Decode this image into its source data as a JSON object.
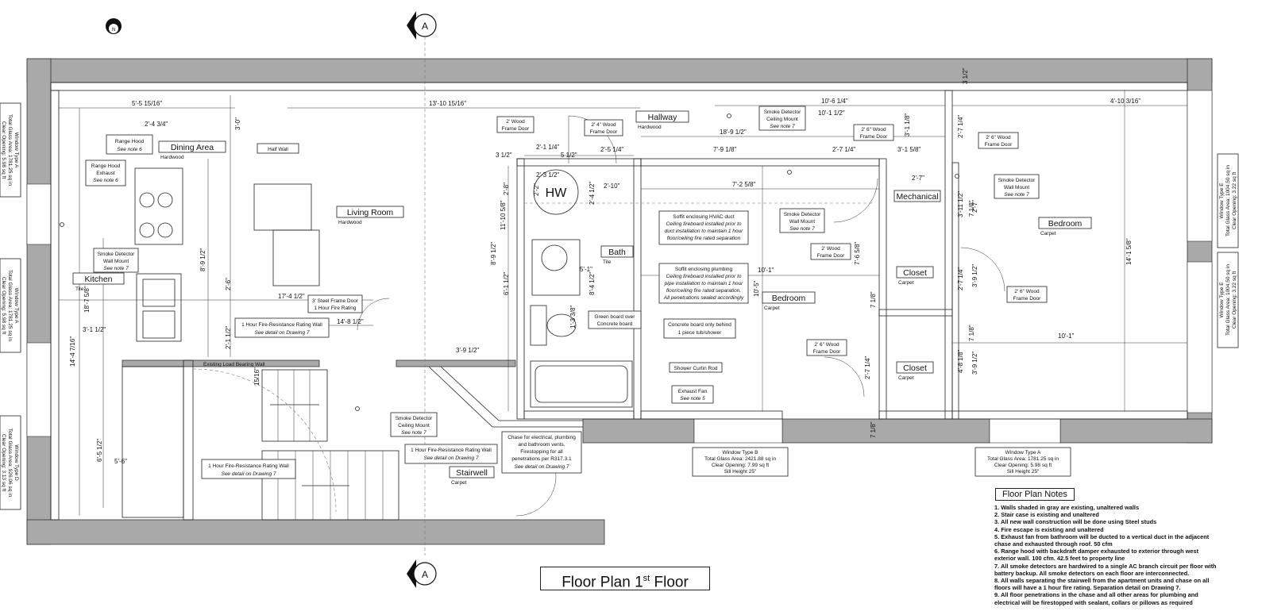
{
  "title": {
    "main": "Floor Plan  1",
    "sup": "st",
    "suffix": " Floor"
  },
  "section_marker": "A",
  "north_marker": "N",
  "rooms": {
    "dining": "Dining Area",
    "dining_sub": "Hardwood",
    "living": "Living Room",
    "living_sub": "Hardwood",
    "kitchen": "Kitchen",
    "kitchen_sub": "Tile",
    "hallway": "Hallway",
    "hallway_sub": "Hardwood",
    "bath": "Bath",
    "bath_sub": "Tile",
    "bedroom1": "Bedroom",
    "bedroom1_sub": "Carpet",
    "bedroom2": "Bedroom",
    "bedroom2_sub": "Carpet",
    "mechanical": "Mechanical",
    "closet1": "Closet",
    "closet1_sub": "Carpet",
    "closet2": "Closet",
    "closet2_sub": "Carpet",
    "stairwell": "Stairwell",
    "stairwell_sub": "Carpet"
  },
  "labels": {
    "half_wall": "Half Wall",
    "range_hood_1": "Range Hood",
    "range_hood_1_note": "See note 6",
    "range_hood_2a": "Range Hood",
    "range_hood_2b": "Exhaust",
    "range_hood_2_note": "See note 6",
    "smoke_kitchen_1": "Smoke Detector",
    "smoke_kitchen_2": "Wall Mount",
    "smoke_kitchen_note": "See note 7",
    "steel_door_1": "3' Steel Frame Door",
    "steel_door_2": "1 Hour Fire Rating",
    "fire_wall_a1": "1 Hour Fire-Resistance Rating Wall",
    "fire_wall_a2": "See detail on Drawing 7",
    "bearing_wall": "Existing Load Bearing Wall",
    "smoke_stair_1": "Smoke Detector",
    "smoke_stair_2": "Ceiling Mount",
    "smoke_stair_note": "See note 7",
    "fire_wall_b1": "1 Hour Fire-Resistance Rating Wall",
    "fire_wall_b2": "See detail on Drawing 7",
    "fire_wall_c1": "1 Hour Fire-Resistance Rating Wall",
    "fire_wall_c2": "See detail on Drawing 7",
    "chase_1": "Chase for electrical, plumbing",
    "chase_2": "and bathroom vents.",
    "chase_3": "Firestopping for all",
    "chase_4": "penetrations per R317.3.1",
    "chase_note": "See detail on Drawing 7",
    "door_2wood_1": "2' Wood",
    "door_2wood_2": "Frame Door",
    "door_24_1": "2' 4\" Wood",
    "door_24_2": "Frame Door",
    "soffit_hvac_1": "Soffit enclosing HVAC duct",
    "soffit_hvac_2": "Ceiling fireboard installed prior to",
    "soffit_hvac_3": "duct installation to maintain 1 hour",
    "soffit_hvac_4": "floor/ceiling fire rated separation",
    "soffit_pl_1": "Soffit enclosing plumbing",
    "soffit_pl_2": "Ceiling fireboard installed prior to",
    "soffit_pl_3": "pipe installation to maintain 1 hour",
    "soffit_pl_4": "floor/ceiling fire rated separation.",
    "soffit_pl_5": "All penetrations sealed accordingly",
    "green_board_1": "Green board over",
    "green_board_2": "Concrete board",
    "concrete_1": "Concrete board only behind",
    "concrete_2": "1 piece tub/shower",
    "curtain_rod": "Shower Curtin Rod",
    "exhaust_fan": "Exhaust Fan",
    "exhaust_fan_note": "See note 5",
    "smoke_hall_1": "Smoke Detector",
    "smoke_hall_2": "Ceiling Mount",
    "smoke_hall_note": "See note 7",
    "smoke_bed_1": "Smoke Detector",
    "smoke_bed_2": "Wall Mount",
    "smoke_bed_note": "See note 7",
    "smoke_mech_1": "Smoke Detector",
    "smoke_mech_2": "Wall Mount",
    "smoke_mech_note": "See note 7",
    "door_26_a1": "2' 6\" Wood",
    "door_26_a2": "Frame Door",
    "door_26_b1": "2' 6\" Wood",
    "door_26_b2": "Frame Door",
    "door_2wood_b1": "2' Wood",
    "door_2wood_b2": "Frame Door",
    "door_26_c1": "2' 6\" Wood",
    "door_26_c2": "Frame Door",
    "door_26_d1": "2' 6\" Wood",
    "door_26_d2": "Frame Door",
    "hw": "HW"
  },
  "windows": {
    "b_1": "Window Type B",
    "b_2": "Total Glass Area: 2421.88 sq in",
    "b_3": "Clear Opening: 7.99 sq ft",
    "b_4": "Sill Height 25\"",
    "a_1": "Window Type A",
    "a_2": "Total Glass Area: 1781.25 sq in",
    "a_3": "Clear Opening: 5.98 sq ft",
    "a_4": "Sill Height 25\"",
    "left_a1_1": "Window Type A",
    "left_a1_2": "Total Glass Area: 1781.25 sq in",
    "left_a1_3": "Clear Opening: 5.98 sq ft",
    "left_a2_1": "Window Type A",
    "left_a2_2": "Total Glass Area: 1781.25 sq in",
    "left_a2_3": "Clear Opening: 5.98 sq ft",
    "left_d_1": "Window Type D",
    "left_d_2": "Total Glass Area: 926.06 sq in",
    "left_d_3": "Clear Opening: 3.13 sq ft",
    "right_e1_1": "Window Type E",
    "right_e1_2": "Total Glass Area: 1004.50 sq in",
    "right_e1_3": "Clear Opening: 3.22 sq ft",
    "right_e2_1": "Window Type E",
    "right_e2_2": "Total Glass Area: 1004.50 sq in",
    "right_e2_3": "Clear Opening: 3.22 sq ft"
  },
  "dims": {
    "d1": "5'-5 15/16\"",
    "d2": "13'-10 15/16\"",
    "d3": "10'-6 1/4\"",
    "d4": "10'-1 1/2\"",
    "d5": "4'-10 3/16\"",
    "d6": "2'-4 3/4\"",
    "d7": "3'-0\"",
    "d8": "18'-9 1/2\"",
    "d9": "3'-1 1/8\"",
    "d10": "3 1/2\"",
    "d11": "2'-1 1/4\"",
    "d12": "5 1/2\"",
    "d13": "3 1/2\"",
    "d14": "2'-5 1/4\"",
    "d15": "7'-9 1/8\"",
    "d16": "2'-7 1/4\"",
    "d17": "3'-1 5/8\"",
    "d18": "2'-7 1/4\"",
    "d19": "2'-3 1/2\"",
    "d20": "2'-2\"",
    "d21": "2'-10\"",
    "d22": "7'-2 5/8\"",
    "d23": "2'-7\"",
    "d24": "2'-8\"",
    "d25": "11'-10 5/8\"",
    "d26": "2'-4 1/2\"",
    "d27": "3'-11 1/2\"",
    "d28": "2'-7\"",
    "d29": "7 1/8\"",
    "d30": "14'-1 5/8\"",
    "d31": "8'-9 1/2\"",
    "d32": "8'-9 1/2\"",
    "d33": "5'-1\"",
    "d34": "10'-1\"",
    "d35": "7'-6 5/8\"",
    "d36": "2'-6\"",
    "d37": "6'-1 1/2\"",
    "d38": "8'-4 1/2\"",
    "d39": "10'-5\"",
    "d40": "2'-7 1/4\"",
    "d41": "3'-9 1/2\"",
    "d42": "17'-4 1/2\"",
    "d43": "18'-7 5/8\"",
    "d44": "14'-8 1/2\"",
    "d45": "1'-3 3/8\"",
    "d46": "7 1/8\"",
    "d47": "3'-1 1/2\"",
    "d48": "2'-1 1/2\"",
    "d49": "3'-9 1/2\"",
    "d50": "7 1/8\"",
    "d51": "10'-1\"",
    "d52": "14'-4 7/16\"",
    "d53": "15/16\"",
    "d54": "2'-7 1/4\"",
    "d55": "4'-8 1/8\"",
    "d56": "3'-9 1/2\"",
    "d57": "6'-5 1/2\"",
    "d58": "5'-6\"",
    "d59": "7 1/8\""
  },
  "notes_title": "Floor Plan Notes",
  "notes": [
    "1. Walls shaded in gray are existing, unaltered walls",
    "2. Stair case is existing and unaltered",
    "3. All new wall construction will be done using Steel studs",
    "4. Fire escape is existing and unaltered",
    "5. Exhaust fan from bathroom will be ducted to a vertical duct in the adjacent",
    "chase and exhausted through roof. 50 cfm",
    "6. Range hood with backdraft damper exhausted to exterior through west",
    "exterior wall. 100 cfm. 42.5 feet to property line",
    "7. All smoke detectors are hardwired to a single AC branch circuit per floor with",
    "battery backup. All smoke detectors on each floor are interconnected.",
    "8. All walls separating the stairwell from the apartment units and chase on all",
    "floors will have a 1 hour fire rating. Separation detail on Drawing 7.",
    "9. All floor penetrations in the chase and all other areas for plumbing and",
    "electrical will be firestopped with sealant, collars or pillows as required"
  ]
}
